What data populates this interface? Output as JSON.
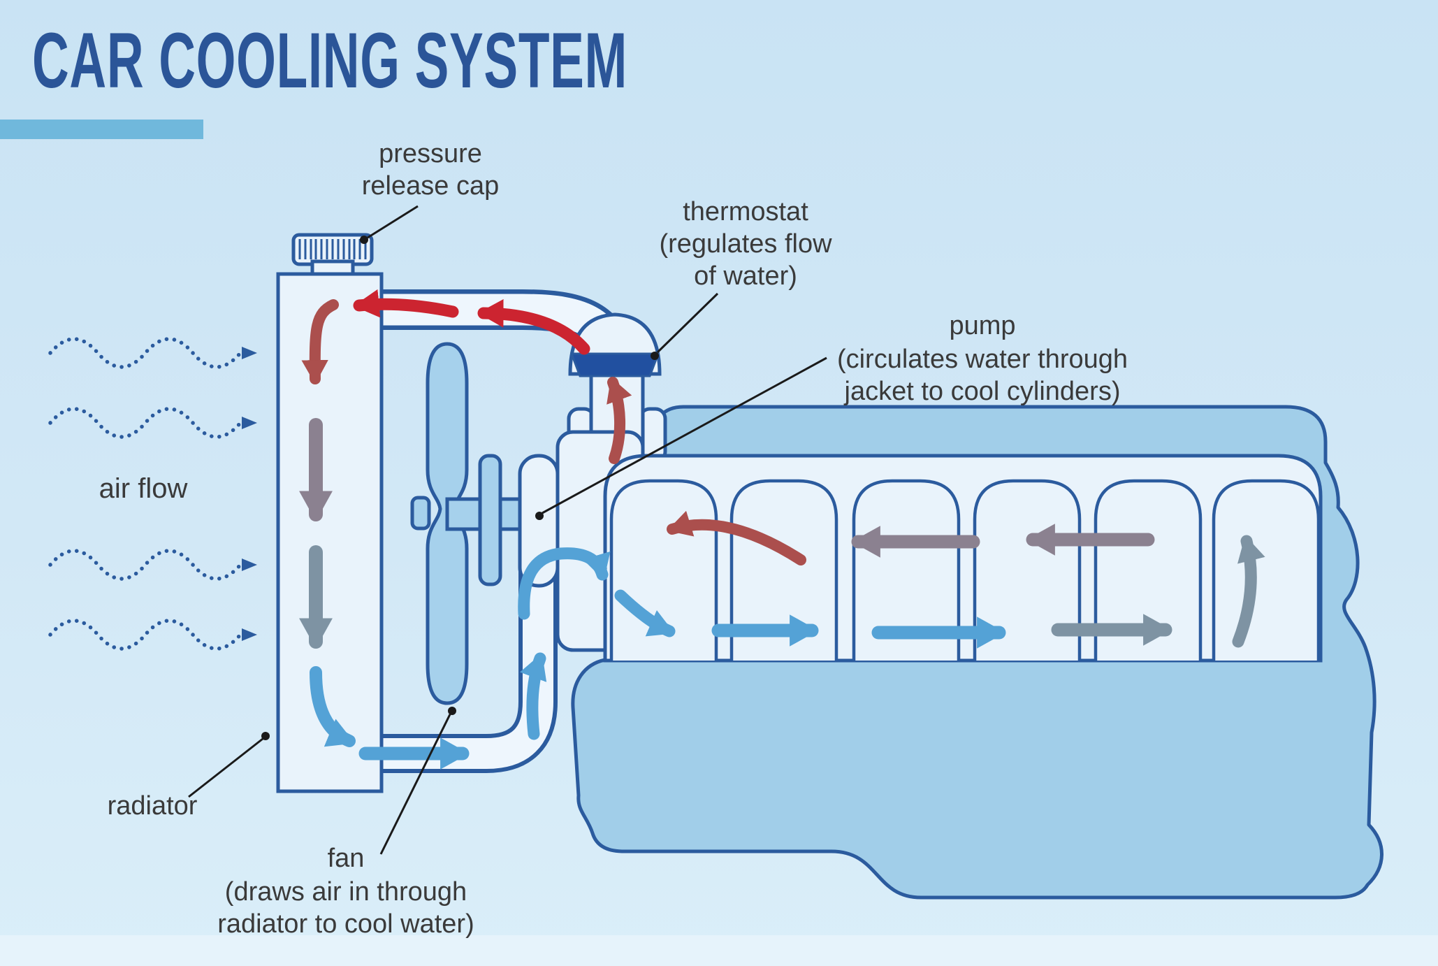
{
  "title": "CAR COOLING SYSTEM",
  "labels": {
    "air_flow": "air flow",
    "pressure_cap": {
      "lines": [
        "pressure",
        "release cap"
      ]
    },
    "thermostat": {
      "lines": [
        "thermostat",
        "(regulates flow",
        "of water)"
      ]
    },
    "pump": {
      "lines": [
        "pump",
        "(circulates water through",
        "jacket to cool cylinders)"
      ]
    },
    "radiator": "radiator",
    "fan": {
      "lines": [
        "fan",
        "(draws air in through",
        "radiator to cool water)"
      ]
    }
  },
  "colors": {
    "bg_top": "#c9e3f4",
    "bg_mid": "#d2e8f6",
    "bg_bottom": "#daeef9",
    "strip": "#e6f3fb",
    "accent": "#70b8dc",
    "title_ink": "#2b5598",
    "ink": "#3a3a3a",
    "leader": "#1a1a1a",
    "outline": "#2b5b9e",
    "light": "#e9f3fb",
    "lumen": "#eef6fd",
    "medium": "#a6d1ec",
    "mass": "#a1cee9",
    "thermo": "#2150a0",
    "hot": "#cc2430",
    "brick": "#ab4f4d",
    "gray": "#8b8190",
    "steel": "#7e93a3",
    "cool": "#54a2d6"
  }
}
